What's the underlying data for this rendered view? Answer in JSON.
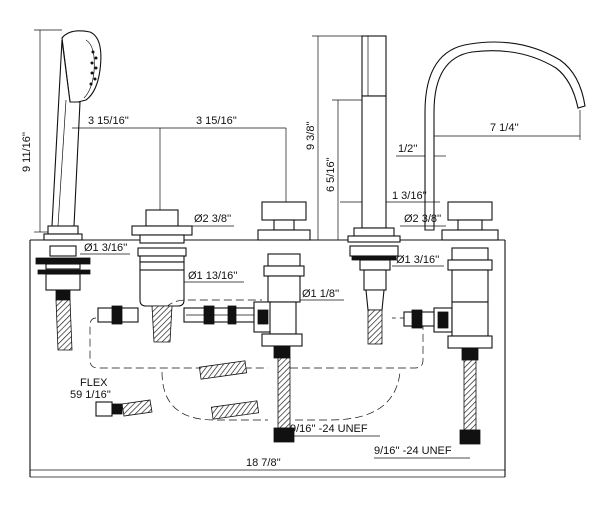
{
  "diagram": {
    "dimensions": {
      "handshower_height": "9 11/16''",
      "spacing_left": "3 15/16''",
      "spacing_right": "3 15/16''",
      "spout_height": "9 3/8''",
      "spout_reach": "7 1/4''",
      "spout_tip": "1/2''",
      "spout_base_height": "6 5/16''",
      "spout_diameter": "1 3/16''",
      "handle_left_dia": "Ø2 3/8''",
      "handle_right_dia": "Ø2 3/8''",
      "handshower_base_dia": "Ø1 3/16''",
      "valve_body_dia": "Ø1 13/16''",
      "valve_shank_dia": "Ø1 1/8''",
      "spout_shank_dia": "Ø1 3/16''",
      "flex_label": "FLEX",
      "flex_length": "59 1/16''",
      "thread_left": "9/16'' -24 UNEF",
      "thread_right": "9/16'' -24 UNEF",
      "overall_width": "18 7/8''"
    }
  }
}
